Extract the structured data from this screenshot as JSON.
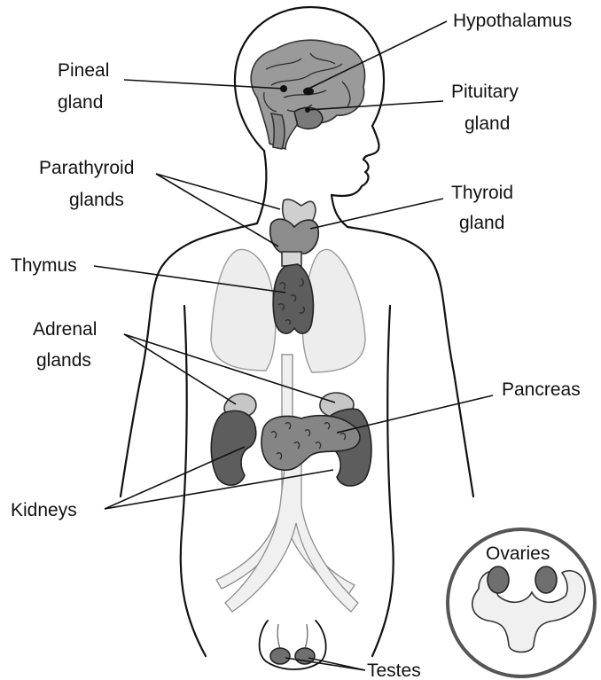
{
  "labels": {
    "hypothalamus": "Hypothalamus",
    "pineal_line1": "Pineal",
    "pineal_line2": "gland",
    "pituitary_line1": "Pituitary",
    "pituitary_line2": "gland",
    "parathyroid_line1": "Parathyroid",
    "parathyroid_line2": "glands",
    "thyroid_line1": "Thyroid",
    "thyroid_line2": "gland",
    "thymus": "Thymus",
    "adrenal_line1": "Adrenal",
    "adrenal_line2": "glands",
    "pancreas": "Pancreas",
    "kidneys": "Kidneys",
    "ovaries": "Ovaries",
    "testes": "Testes"
  },
  "colors": {
    "outline": "#111111",
    "gland_dark": "#6f6f6f",
    "gland_light": "#b9b9b9",
    "lungs": "#ededed",
    "inset_ring": "#555555"
  }
}
